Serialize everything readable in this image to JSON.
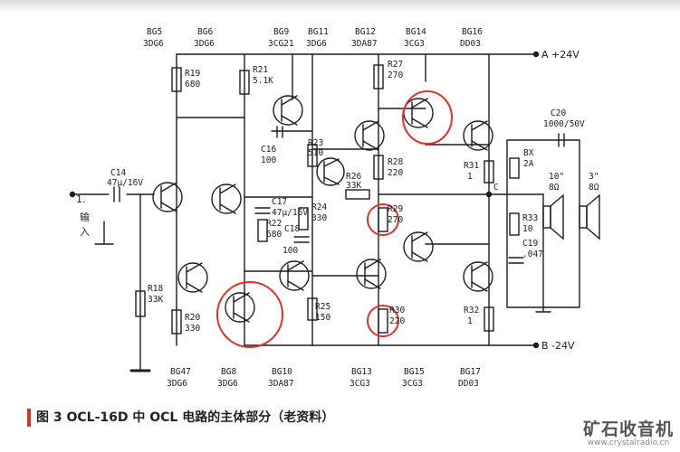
{
  "caption": {
    "fig": "图 3",
    "text": "OCL-16D 中 OCL 电路的主体部分（老资料）"
  },
  "watermark": {
    "title": "矿石收音机",
    "url": "www.crystalradio.cn"
  },
  "colors": {
    "ink": "#1d1d1d",
    "highlight": "#e0322a",
    "accent_bar": "#d6362a"
  },
  "rails": {
    "positive": "A +24V",
    "negative": "B -24V",
    "output": "C"
  },
  "input": {
    "number": "1.",
    "label_1": "输",
    "label_2": "入"
  },
  "transistors": [
    {
      "ref": "BG5",
      "type": "3DG6"
    },
    {
      "ref": "BG6",
      "type": "3DG6"
    },
    {
      "ref": "BG9",
      "type": "3CG21"
    },
    {
      "ref": "BG11",
      "type": "3DG6"
    },
    {
      "ref": "BG12",
      "type": "3DA87"
    },
    {
      "ref": "BG14",
      "type": "3CG3"
    },
    {
      "ref": "BG16",
      "type": "DD03"
    },
    {
      "ref": "BG47",
      "type": "3DG6"
    },
    {
      "ref": "BG8",
      "type": "3DG6"
    },
    {
      "ref": "BG10",
      "type": "3DA87"
    },
    {
      "ref": "BG13",
      "type": "3CG3"
    },
    {
      "ref": "BG15",
      "type": "3CG3"
    },
    {
      "ref": "BG17",
      "type": "DD03"
    }
  ],
  "resistors": [
    {
      "ref": "R19",
      "value": "680"
    },
    {
      "ref": "R21",
      "value": "5.1K"
    },
    {
      "ref": "R23",
      "value": "510"
    },
    {
      "ref": "R27",
      "value": "270"
    },
    {
      "ref": "R28",
      "value": "220"
    },
    {
      "ref": "R26",
      "value": "33K"
    },
    {
      "ref": "R31",
      "value": "1"
    },
    {
      "ref": "R22",
      "value": "680"
    },
    {
      "ref": "R24",
      "value": "330"
    },
    {
      "ref": "R29",
      "value": "270"
    },
    {
      "ref": "R18",
      "value": "33K"
    },
    {
      "ref": "R20",
      "value": "330"
    },
    {
      "ref": "R25",
      "value": "150"
    },
    {
      "ref": "R30",
      "value": "220"
    },
    {
      "ref": "R32",
      "value": "1"
    },
    {
      "ref": "R33",
      "value": "10"
    }
  ],
  "capacitors": [
    {
      "ref": "C14",
      "value": "47μ/16V"
    },
    {
      "ref": "C16",
      "value": "100"
    },
    {
      "ref": "C17",
      "value": "47μ/16V"
    },
    {
      "ref": "C18",
      "value": "100"
    },
    {
      "ref": "C20",
      "value": "1000/50V"
    },
    {
      "ref": "C19",
      "value": ".047"
    }
  ],
  "misc": {
    "fuse_ref": "BX",
    "fuse_val": "2A"
  },
  "speakers": [
    {
      "size": "10\"",
      "ohm": "8Ω"
    },
    {
      "size": "3\"",
      "ohm": "8Ω"
    }
  ]
}
